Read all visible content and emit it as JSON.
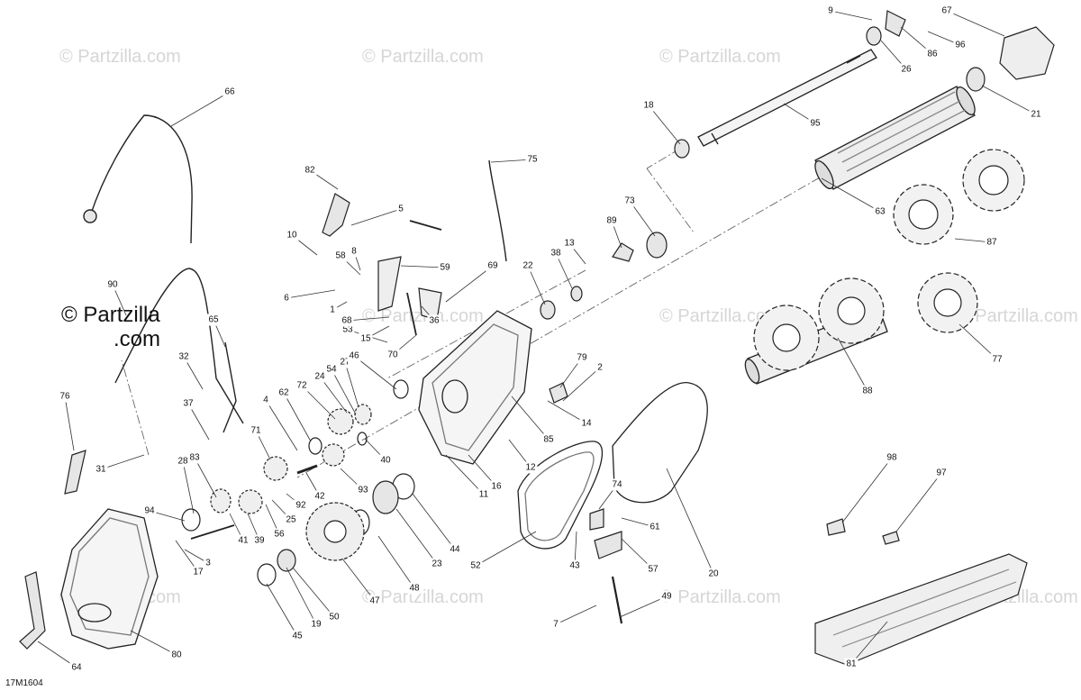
{
  "figure_code": "17M1604",
  "watermark": {
    "main_lines": [
      "© Partzilla",
      ".com"
    ],
    "repeat_text": "© Partzilla.com"
  },
  "callouts": [
    "1",
    "2",
    "3",
    "4",
    "5",
    "6",
    "7",
    "8",
    "9",
    "10",
    "11",
    "12",
    "13",
    "14",
    "15",
    "16",
    "17",
    "18",
    "19",
    "20",
    "21",
    "22",
    "23",
    "24",
    "25",
    "26",
    "27",
    "28",
    "31",
    "32",
    "36",
    "37",
    "38",
    "39",
    "40",
    "41",
    "42",
    "43",
    "44",
    "45",
    "46",
    "47",
    "48",
    "49",
    "50",
    "52",
    "53",
    "54",
    "56",
    "57",
    "58",
    "59",
    "61",
    "62",
    "63",
    "64",
    "65",
    "66",
    "67",
    "68",
    "69",
    "70",
    "71",
    "72",
    "73",
    "74",
    "75",
    "76",
    "77",
    "79",
    "80",
    "81",
    "82",
    "83",
    "85",
    "86",
    "87",
    "88",
    "89",
    "90",
    "92",
    "93",
    "94",
    "95",
    "96",
    "97",
    "98"
  ]
}
